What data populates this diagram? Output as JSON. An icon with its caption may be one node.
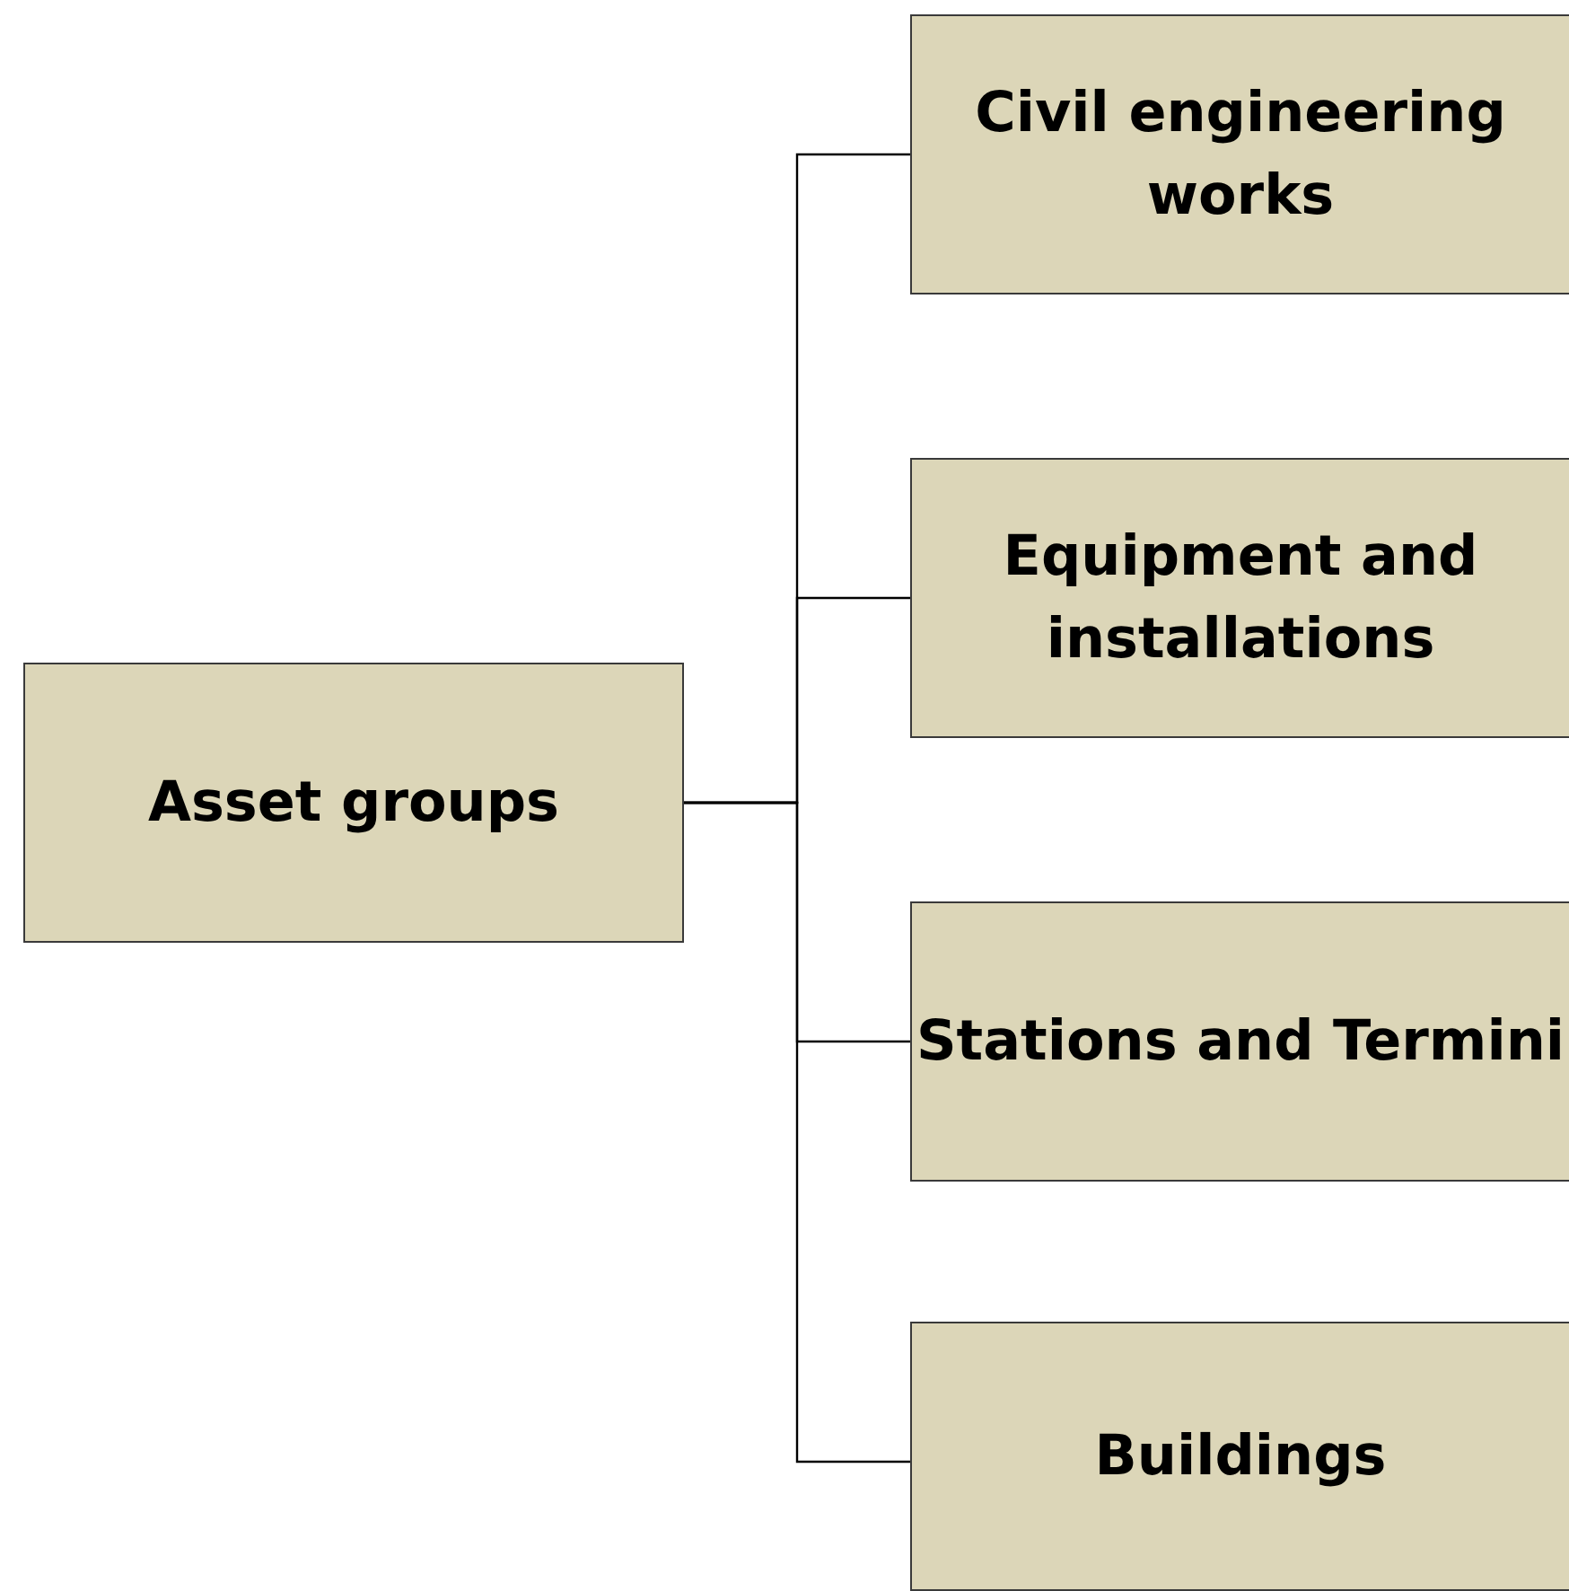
{
  "diagram": {
    "nodes": [
      {
        "text": [
          "Asset groups"
        ]
      },
      {
        "text": [
          "Civil engineering works"
        ]
      },
      {
        "text": [
          "Equipment and installations"
        ]
      },
      {
        "text": [
          "Stations and Termini"
        ]
      },
      {
        "text": [
          "Buildings"
        ]
      }
    ],
    "edges": [
      {
        "from": 0,
        "to": 1,
        "arrow": "none"
      },
      {
        "from": 0,
        "to": 2,
        "arrow": "none"
      },
      {
        "from": 0,
        "to": 3,
        "arrow": "none"
      },
      {
        "from": 0,
        "to": 4,
        "arrow": "none"
      }
    ]
  }
}
